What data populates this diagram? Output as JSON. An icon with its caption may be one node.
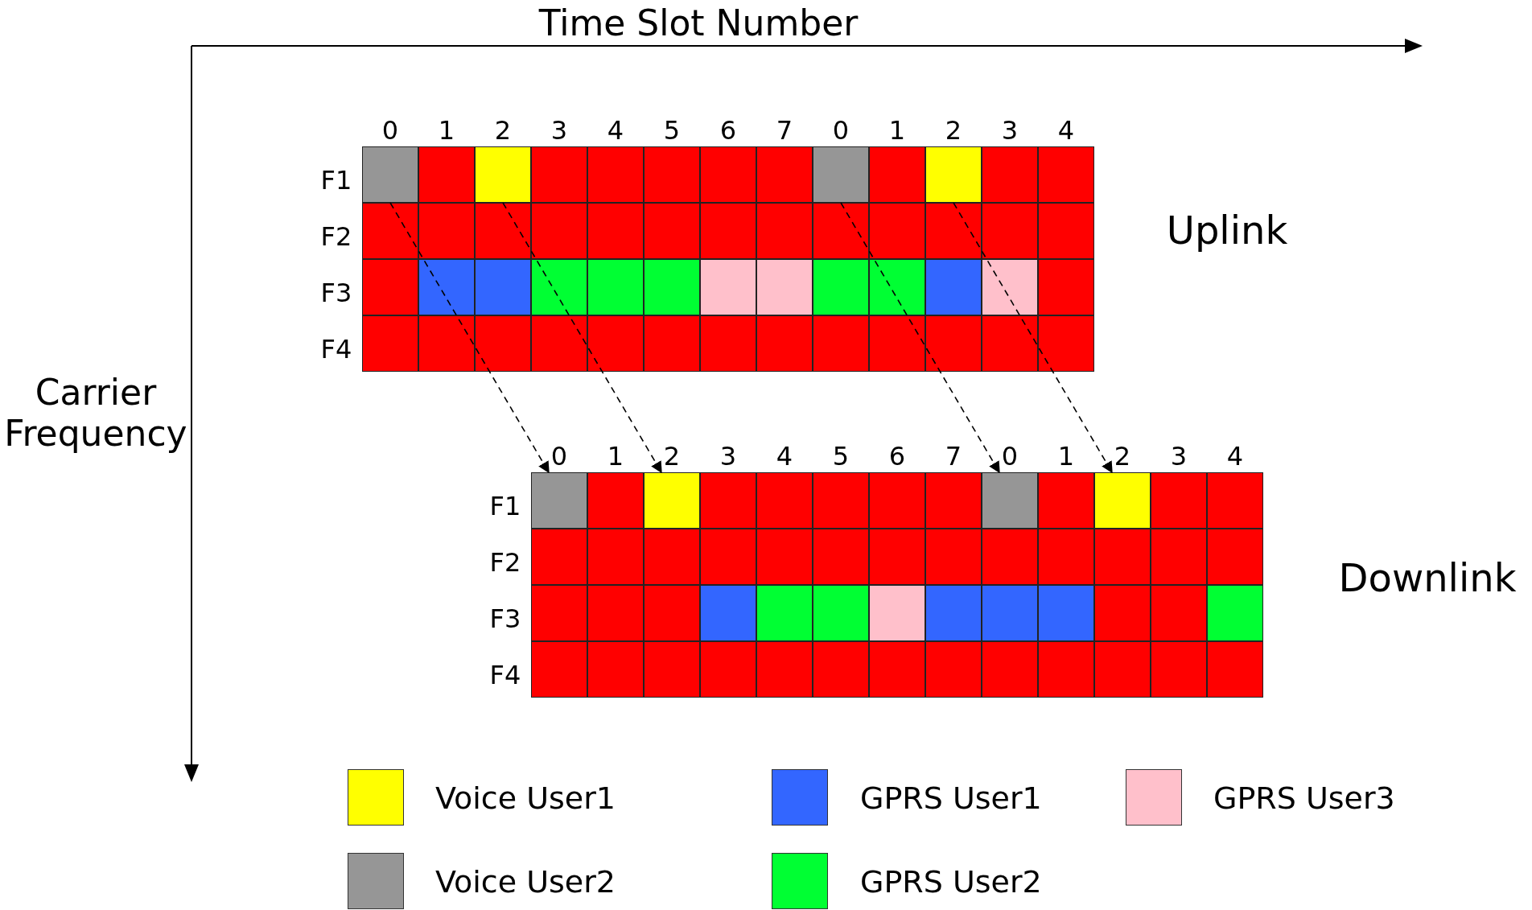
{
  "diagram": {
    "nodes": [
      {
        "text": [],
        "shape": "box"
      },
      {
        "text": [],
        "shape": "box"
      },
      {
        "text": [],
        "shape": "box"
      },
      {
        "text": [],
        "shape": "box"
      },
      {
        "text": [],
        "shape": "box"
      },
      {
        "text": [],
        "shape": "box"
      },
      {
        "text": [],
        "shape": "box"
      },
      {
        "text": [],
        "shape": "box"
      }
    ],
    "edges": [
      {
        "from": 0,
        "to": 4,
        "arrow": "to",
        "style": "dashed"
      },
      {
        "from": 1,
        "to": 5,
        "arrow": "to",
        "style": "dashed"
      },
      {
        "from": 2,
        "to": 6,
        "arrow": "to",
        "style": "dashed"
      },
      {
        "from": 3,
        "to": 7,
        "arrow": "to",
        "style": "dashed"
      }
    ],
    "labels": [
      "Time Slot Number",
      "0",
      "1",
      "2",
      "3",
      "4",
      "5",
      "6",
      "7",
      "0",
      "1",
      "2",
      "3",
      "4",
      "F1",
      "F2",
      "F3",
      "F4",
      "Uplink",
      "Carrier Frequency",
      "0",
      "1",
      "2",
      "3",
      "4",
      "5",
      "6",
      "7",
      "0",
      "1",
      "2",
      "3",
      "4",
      "F1",
      "F2",
      "F3",
      "F4",
      "Downlink"
    ],
    "legend": [
      {
        "text": "Voice User1",
        "color": "#ffff00"
      },
      {
        "text": "GPRS User1",
        "color": "#3366ff"
      },
      {
        "text": "GPRS User3",
        "color": "#ffc0cb"
      },
      {
        "text": "Voice User2",
        "color": "#969696"
      },
      {
        "text": "GPRS User2",
        "color": "#00ff33"
      }
    ]
  }
}
